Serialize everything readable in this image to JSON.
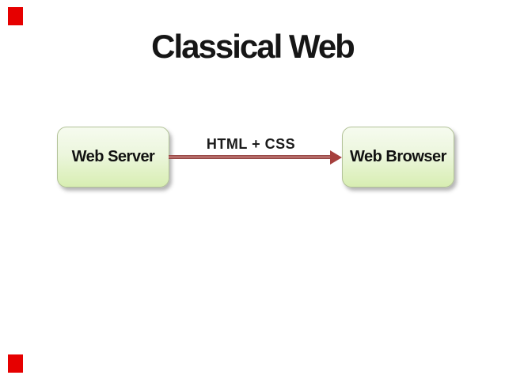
{
  "slide": {
    "title": "Classical Web",
    "accents": {
      "color": "#e60000",
      "positions": [
        "top-left",
        "bottom-left"
      ]
    },
    "diagram": {
      "nodes": [
        {
          "id": "web-server",
          "label": "Web Server"
        },
        {
          "id": "web-browser",
          "label": "Web Browser"
        }
      ],
      "connection": {
        "from": "web-server",
        "to": "web-browser",
        "label": "HTML + CSS",
        "direction": "left-to-right",
        "color": "#a6403d"
      },
      "node_style": {
        "fill_top": "#f6fbef",
        "fill_bottom": "#d8eeb2",
        "border": "#b2c298"
      }
    }
  }
}
